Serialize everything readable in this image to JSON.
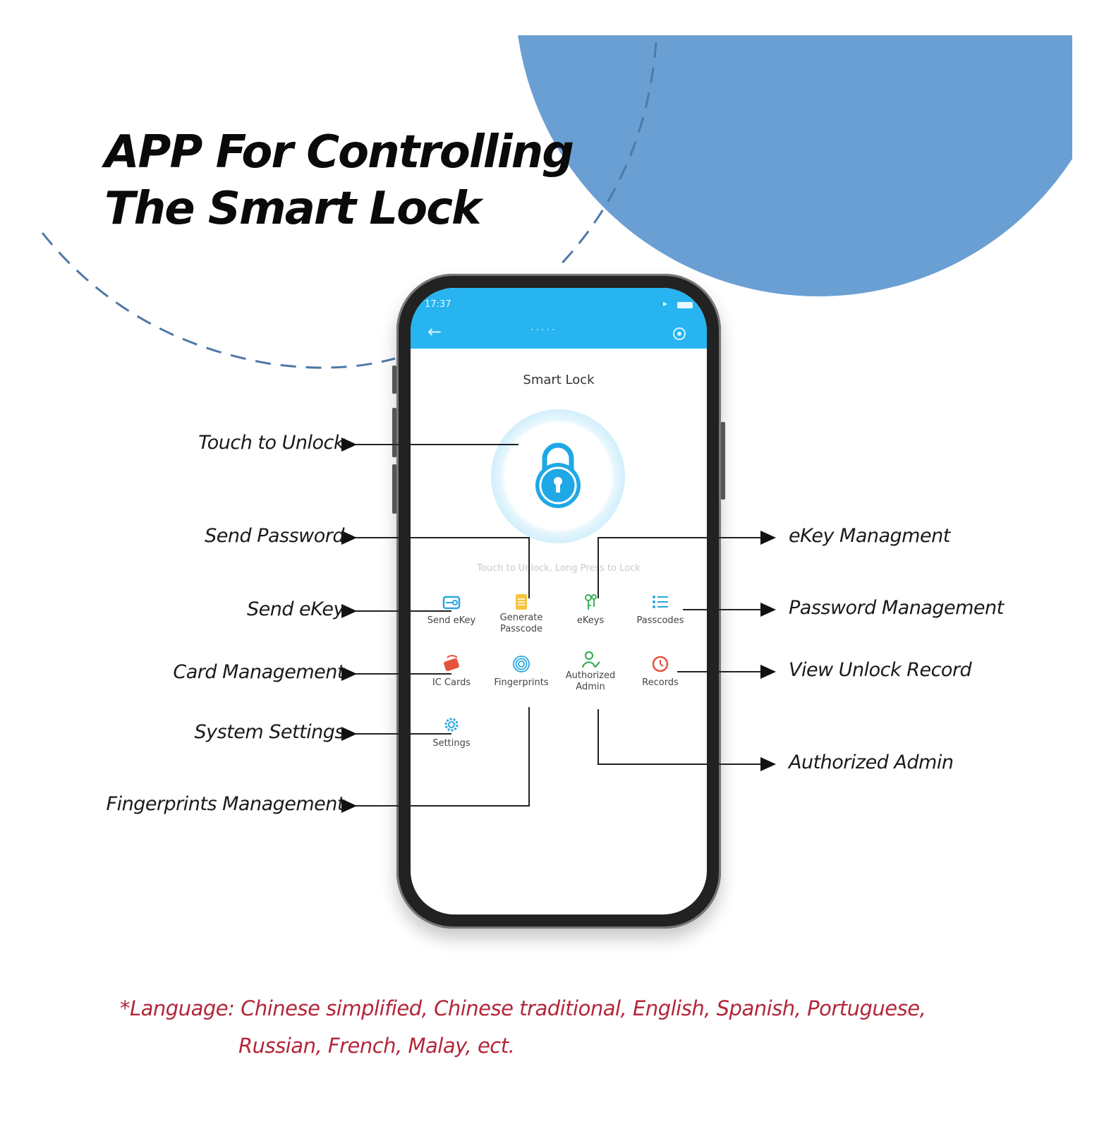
{
  "title": {
    "line1": "APP For Controlling",
    "line2": "The Smart Lock"
  },
  "colors": {
    "accent_blue": "#6a9fd3",
    "app_bar": "#27b4f0",
    "footnote": "#b3263a"
  },
  "phone": {
    "status_time": "17:37",
    "app_title": "Smart Lock",
    "hint": "Touch to Unlock, Long Press to Lock",
    "tiles": [
      {
        "label1": "Send eKey",
        "label2": "",
        "icon": "send-ekey-icon"
      },
      {
        "label1": "Generate",
        "label2": "Passcode",
        "icon": "generate-passcode-icon"
      },
      {
        "label1": "eKeys",
        "label2": "",
        "icon": "ekeys-icon"
      },
      {
        "label1": "Passcodes",
        "label2": "",
        "icon": "passcodes-icon"
      },
      {
        "label1": "IC Cards",
        "label2": "",
        "icon": "ic-cards-icon"
      },
      {
        "label1": "Fingerprints",
        "label2": "",
        "icon": "fingerprint-icon"
      },
      {
        "label1": "Authorized",
        "label2": "Admin",
        "icon": "authorized-admin-icon"
      },
      {
        "label1": "Records",
        "label2": "",
        "icon": "records-icon"
      },
      {
        "label1": "Settings",
        "label2": "",
        "icon": "settings-gear-icon"
      }
    ]
  },
  "callouts": {
    "left": [
      "Touch to Unlock",
      "Send Password",
      "Send eKey",
      "Card Management",
      "System Settings",
      "Fingerprints Management"
    ],
    "right": [
      "eKey Managment",
      "Password Management",
      "View Unlock Record",
      "Authorized Admin"
    ]
  },
  "footnote": {
    "line1": "*Language: Chinese simplified, Chinese traditional, English, Spanish, Portuguese,",
    "line2": "Russian, French, Malay, ect."
  }
}
